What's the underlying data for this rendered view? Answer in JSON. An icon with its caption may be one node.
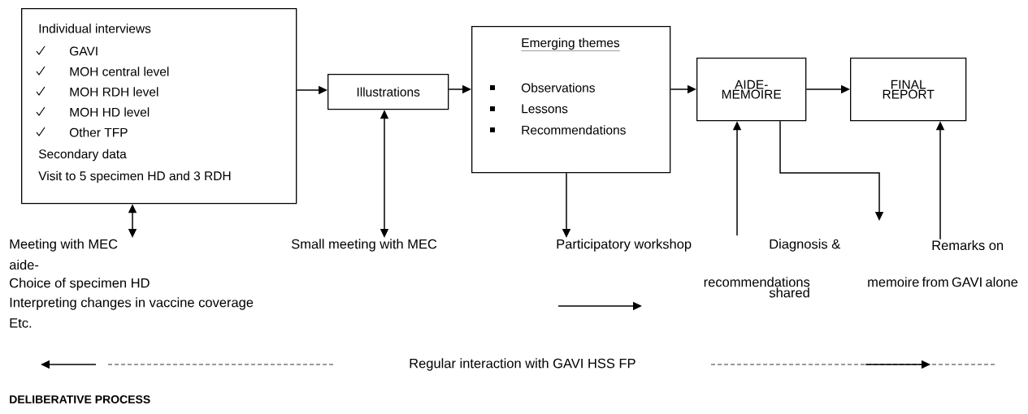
{
  "diagram": {
    "caption": "DELIBERATIVE PROCESS",
    "nodes": [
      {
        "text": [
          "Individual interviews",
          "GAVI",
          "MOH central level",
          "MOH RDH level",
          "MOH HD level",
          "Other TFP",
          "Secondary data",
          "Visit to 5 specimen HD and 3 RDH"
        ]
      },
      {
        "text": [
          "Illustrations"
        ]
      },
      {
        "text": [
          "Emerging themes",
          "Observations",
          "Lessons",
          "Recommendations"
        ]
      },
      {
        "text": [
          "AIDE-MEMOIRE"
        ]
      },
      {
        "text": [
          "FINAL REPORT"
        ]
      },
      {
        "text": [
          "Meeting with MEC"
        ]
      },
      {
        "text": [
          "Small meeting with MEC"
        ]
      },
      {
        "text": [
          "Participatory workshop"
        ]
      },
      {
        "text": [
          "Diagnosis &"
        ]
      },
      {
        "text": [
          "Remarks on"
        ]
      }
    ],
    "edges": [
      {
        "from": 0,
        "to": 1,
        "arrow": "to"
      },
      {
        "from": 1,
        "to": 2,
        "arrow": "to"
      },
      {
        "from": 2,
        "to": 3,
        "arrow": "to"
      },
      {
        "from": 3,
        "to": 4,
        "arrow": "to"
      },
      {
        "from": 0,
        "to": 5,
        "arrow": "both"
      },
      {
        "from": 1,
        "to": 6,
        "arrow": "both"
      },
      {
        "from": 2,
        "to": 7,
        "arrow": "to"
      },
      {
        "from": null,
        "to": 3,
        "arrow": "to"
      },
      {
        "from": 3,
        "to": null,
        "arrow": "to"
      },
      {
        "from": 9,
        "to": 4,
        "arrow": "to"
      }
    ],
    "labels": [
      "aide-",
      "Choice of specimen HD",
      "Interpreting changes in vaccine coverage",
      "Etc.",
      "recommendations shared",
      "memoire from GAVI alone",
      "Regular interaction with GAVI HSS FP"
    ]
  }
}
